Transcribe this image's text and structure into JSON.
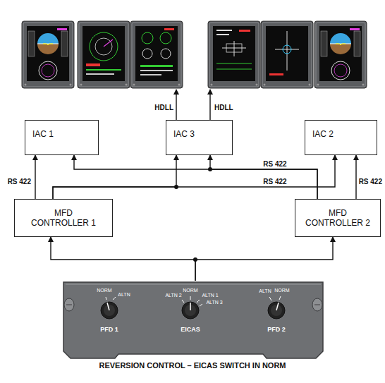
{
  "diagram": {
    "caption": "REVERSION CONTROL – EICAS SWITCH IN NORM",
    "nodes": [
      {
        "text": [
          "IAC 1"
        ]
      },
      {
        "text": [
          "IAC 3"
        ]
      },
      {
        "text": [
          "IAC 2"
        ]
      },
      {
        "text": [
          "MFD CONTROLLER 1"
        ]
      },
      {
        "text": [
          "MFD CONTROLLER 2"
        ]
      },
      {
        "text": [
          "NORM",
          "ALTN",
          "PFD 1",
          "ALTN 2",
          "NORM",
          "ALTN 1",
          "ALTN 3",
          "EICAS",
          "ALTN",
          "NORM",
          "PFD 2"
        ]
      }
    ],
    "edges": [
      {
        "from": 3,
        "to": 0,
        "arrow": "to",
        "label": "RS 422"
      },
      {
        "from": 3,
        "to": 1,
        "arrow": "to"
      },
      {
        "from": 3,
        "to": 2,
        "arrow": "to",
        "label": "RS 422"
      },
      {
        "from": 4,
        "to": 2,
        "arrow": "to",
        "label": "RS 422"
      },
      {
        "from": 4,
        "to": 0,
        "arrow": "to",
        "label": "RS 422"
      },
      {
        "from": 4,
        "to": 1,
        "arrow": "to"
      },
      {
        "from": 5,
        "to": 3,
        "arrow": "to"
      },
      {
        "from": 5,
        "to": 4,
        "arrow": "to"
      }
    ],
    "labels": [
      "HDLL",
      "HDLL"
    ]
  }
}
